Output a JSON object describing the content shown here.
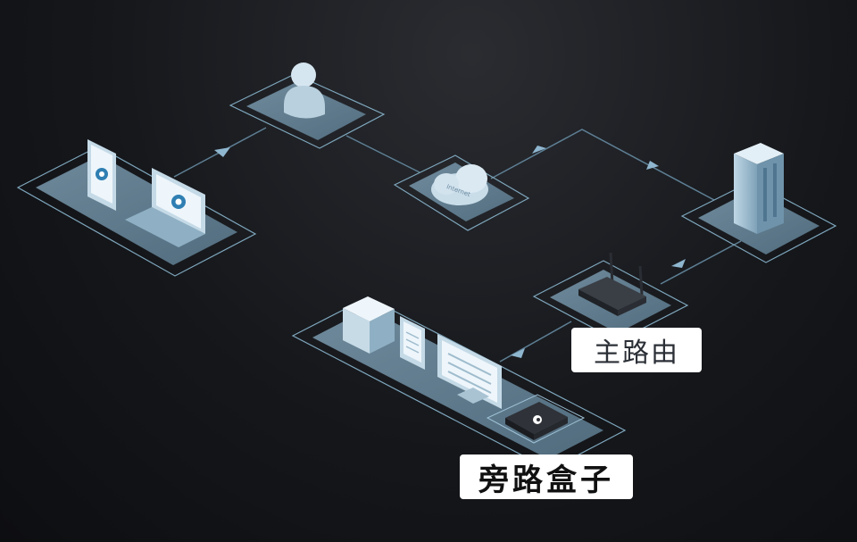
{
  "labels": {
    "main_router": "主路由",
    "bypass_box": "旁路盒子",
    "cloud_text": "Internet"
  },
  "colors": {
    "background": "#15171b",
    "platform_outline": "#7fa7bd",
    "platform_fill": "#6d8ea3",
    "link_line": "#5e7f94",
    "arrow": "#8fb6cf",
    "device_light": "#dbe9f2",
    "device_mid": "#a9c3d3",
    "device_dark": "#2a2d33"
  },
  "icons": [
    "user-icon",
    "cloud-icon",
    "server-building-icon",
    "router-icon",
    "tablet-icon",
    "laptop-icon",
    "pc-tower-icon",
    "monitor-icon",
    "bypass-box-icon"
  ]
}
